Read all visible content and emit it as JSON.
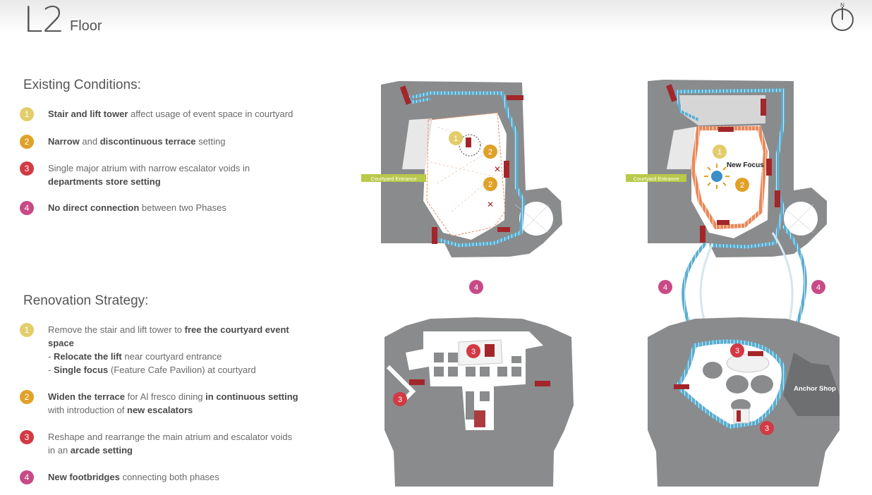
{
  "header": {
    "level": "L2",
    "floor": "Floor",
    "compass_letter": "N"
  },
  "existing": {
    "title": "Existing Conditions:",
    "items": [
      {
        "num": "1",
        "parts": [
          {
            "b": "Stair and lift tower"
          },
          {
            "t": " affect usage of event space in courtyard"
          }
        ]
      },
      {
        "num": "2",
        "parts": [
          {
            "b": "Narrow"
          },
          {
            "t": " and "
          },
          {
            "b": "discontinuous terrace"
          },
          {
            "t": " setting"
          }
        ]
      },
      {
        "num": "3",
        "parts": [
          {
            "t": "Single major atrium with narrow escalator voids in "
          },
          {
            "br": true
          },
          {
            "b": "departments store setting"
          }
        ]
      },
      {
        "num": "4",
        "parts": [
          {
            "b": "No direct connection"
          },
          {
            "t": " between two Phases"
          }
        ]
      }
    ]
  },
  "strategy": {
    "title": "Renovation Strategy:",
    "items": [
      {
        "num": "1",
        "parts": [
          {
            "t": "Remove the stair and lift tower to "
          },
          {
            "b": "free the courtyard event space"
          },
          {
            "br": true
          },
          {
            "t": "- "
          },
          {
            "b": "Relocate the lift"
          },
          {
            "t": " near courtyard entrance"
          },
          {
            "br": true
          },
          {
            "t": "- "
          },
          {
            "b": "Single focus"
          },
          {
            "t": " (Feature Cafe Pavilion) at courtyard"
          }
        ]
      },
      {
        "num": "2",
        "parts": [
          {
            "b": "Widen the terrace"
          },
          {
            "t": " for Al fresco dining "
          },
          {
            "b": "in continuous setting"
          },
          {
            "br": true
          },
          {
            "t": "with introduction of "
          },
          {
            "b": "new escalators"
          }
        ]
      },
      {
        "num": "3",
        "parts": [
          {
            "t": "Reshape and rearrange the main atrium and escalator voids "
          },
          {
            "br": true
          },
          {
            "t": "in an "
          },
          {
            "b": "arcade setting"
          }
        ]
      },
      {
        "num": "4",
        "parts": [
          {
            "b": "New footbridges"
          },
          {
            "t": " connecting both phases"
          }
        ]
      }
    ]
  },
  "maps": {
    "courtyard_entrance": "Courtyard Entrance",
    "new_focus": "New Focus",
    "anchor_shop": "Anchor Shop",
    "markers": {
      "one": "1",
      "two": "2",
      "three": "3",
      "four": "4"
    }
  },
  "colors": {
    "yellow": "#e3cd6b",
    "orange": "#e0a128",
    "red": "#d23a44",
    "pink": "#c74a86",
    "building_grey": "#8a8b8d",
    "blue_path": "#5aaed0",
    "orange_path": "#e8895a",
    "entrance_green": "#b9c94a",
    "escalator_red": "#a3262a"
  }
}
